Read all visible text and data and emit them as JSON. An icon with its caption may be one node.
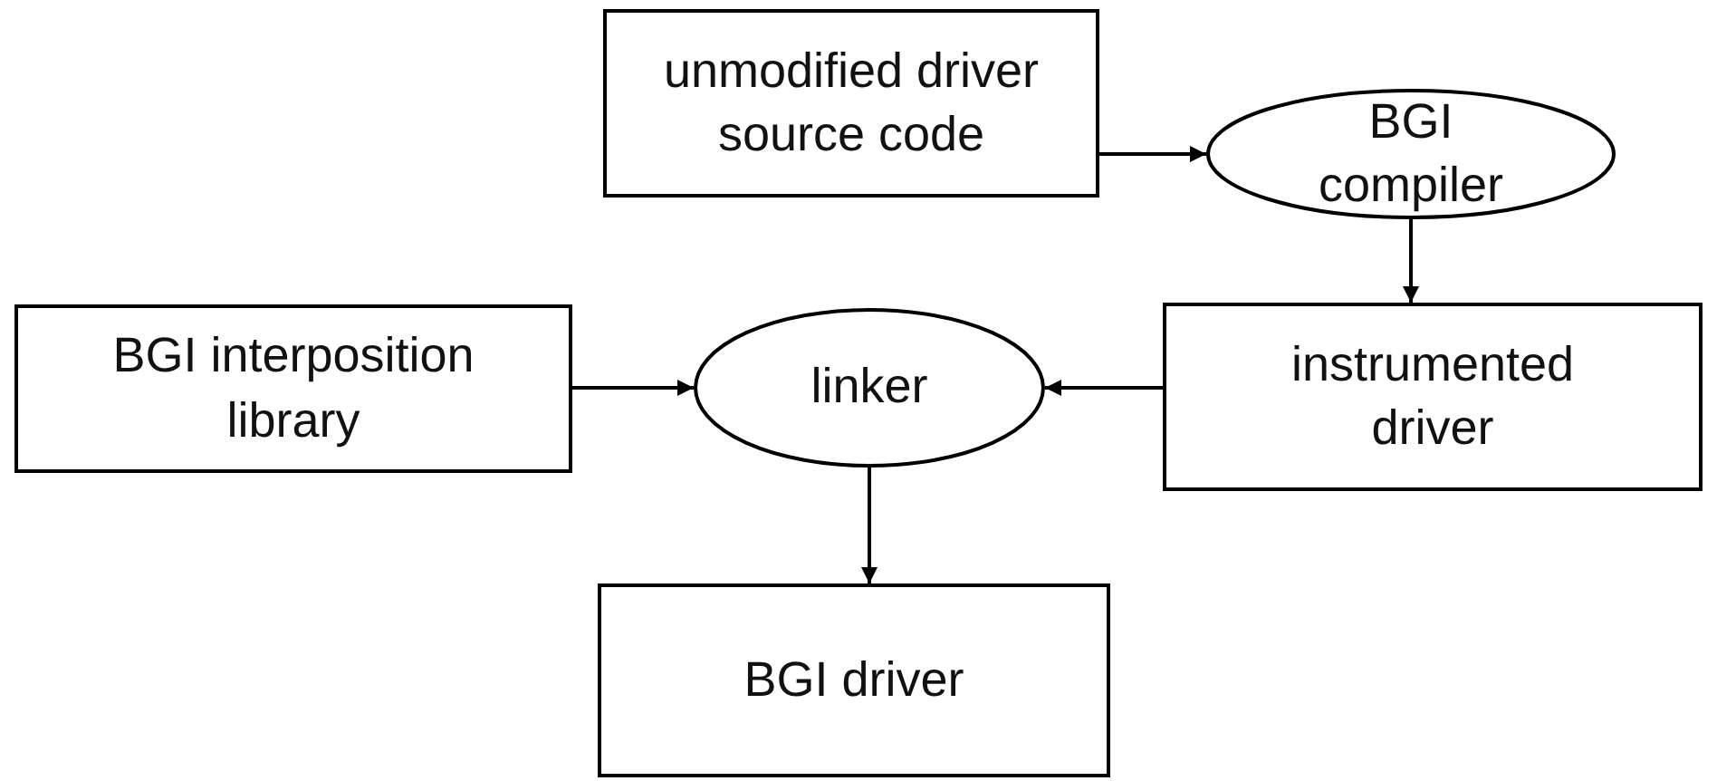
{
  "diagram": {
    "nodes": [
      {
        "text": [
          "unmodified driver source code"
        ]
      },
      {
        "text": [
          "BGI compiler"
        ]
      },
      {
        "text": [
          "BGI interposition library"
        ]
      },
      {
        "text": [
          "linker"
        ]
      },
      {
        "text": [
          "instrumented driver"
        ]
      },
      {
        "text": [
          "BGI driver"
        ]
      }
    ],
    "edges": [
      {
        "from": 0,
        "to": 1,
        "arrow": "to"
      },
      {
        "from": 1,
        "to": 4,
        "arrow": "to"
      },
      {
        "from": 2,
        "to": 3,
        "arrow": "to"
      },
      {
        "from": 4,
        "to": 3,
        "arrow": "to"
      },
      {
        "from": 3,
        "to": 5,
        "arrow": "to"
      }
    ]
  }
}
